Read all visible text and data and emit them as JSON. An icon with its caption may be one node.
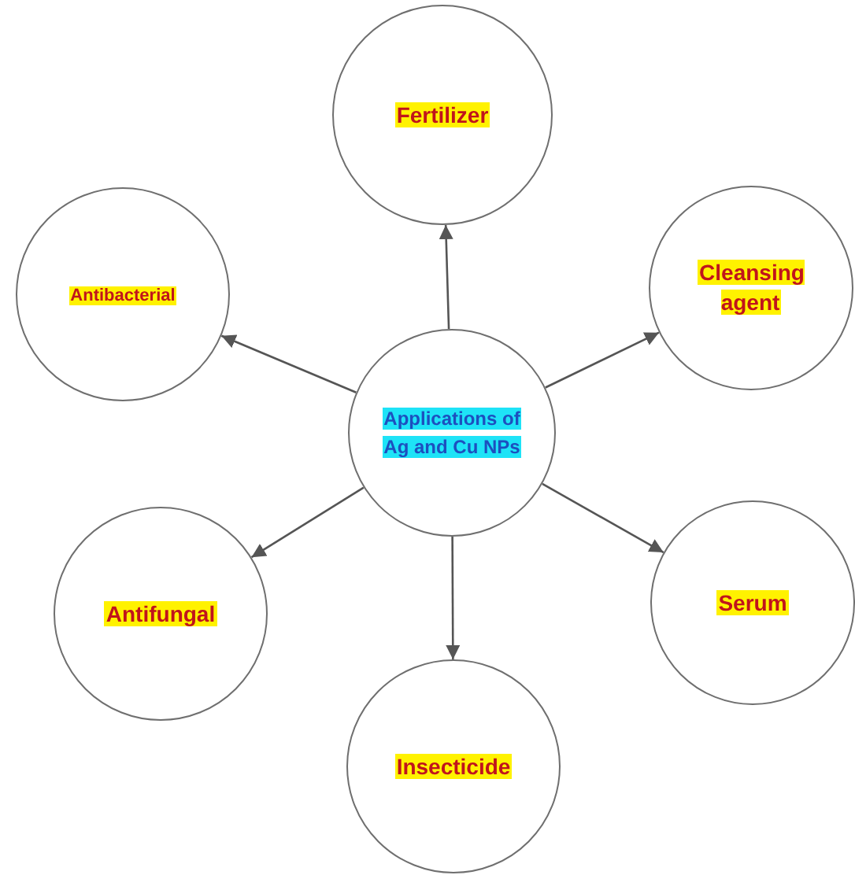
{
  "diagram": {
    "nodes": [
      {
        "text": [
          "Applications of Ag and Cu NPs"
        ]
      },
      {
        "text": [
          "Fertilizer"
        ]
      },
      {
        "text": [
          "Cleansing agent"
        ]
      },
      {
        "text": [
          "Antibacterial"
        ]
      },
      {
        "text": [
          "Serum"
        ]
      },
      {
        "text": [
          "Antifungal"
        ]
      },
      {
        "text": [
          "Insecticide"
        ]
      }
    ],
    "edges": [
      {
        "from": 0,
        "to": 1,
        "arrow": "to"
      },
      {
        "from": 0,
        "to": 2,
        "arrow": "to"
      },
      {
        "from": 0,
        "to": 3,
        "arrow": "to"
      },
      {
        "from": 0,
        "to": 4,
        "arrow": "to"
      },
      {
        "from": 0,
        "to": 5,
        "arrow": "to"
      },
      {
        "from": 0,
        "to": 6,
        "arrow": "to"
      }
    ]
  }
}
